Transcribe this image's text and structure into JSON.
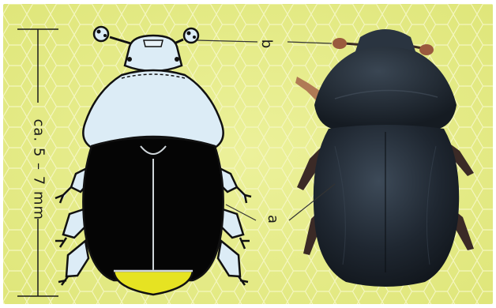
{
  "scale_label": "ca. 5 – 7 mm",
  "labels": {
    "a": "a",
    "b": "b"
  },
  "colors": {
    "background": "#e6ec88",
    "honeycomb_line": "#f2f4b4",
    "outline": "#111111",
    "light_parts": "#dcecf6",
    "elytra": "#050505",
    "abdomen_tip": "#e6e322",
    "photo_beetle": "#1e2630"
  }
}
